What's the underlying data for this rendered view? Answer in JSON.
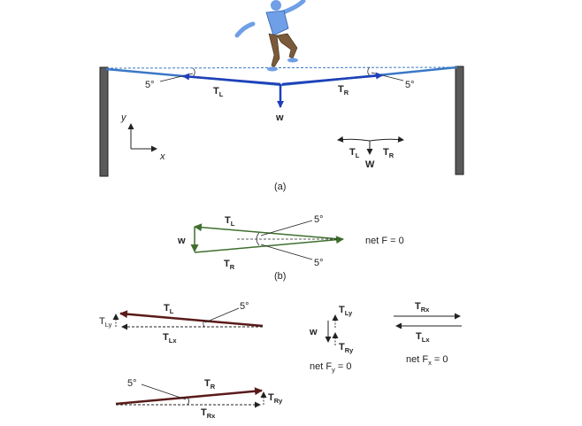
{
  "colors": {
    "rope": "#3a78c6",
    "vector_blue": "#1e3fb8",
    "vector_green": "#3f6e2e",
    "vector_dark": "#5a1a1a",
    "pole": "#555555",
    "skin": "#6f9fe6",
    "pants": "#7a5a3a"
  },
  "part_a": {
    "angle_left": "5°",
    "angle_right": "5°",
    "tension_left": "T",
    "tension_left_sub": "L",
    "tension_right": "T",
    "tension_right_sub": "R",
    "weight": "w",
    "axis_y": "y",
    "axis_x": "x",
    "small_left": "T",
    "small_left_sub": "L",
    "small_weight": "W",
    "small_right": "T",
    "small_right_sub": "R",
    "caption": "(a)"
  },
  "part_b": {
    "tension_left": "T",
    "tension_left_sub": "L",
    "tension_right": "T",
    "tension_right_sub": "R",
    "weight": "w",
    "angle_top": "5°",
    "angle_bottom": "5°",
    "net_label": "net F = 0",
    "caption": "(b)"
  },
  "part_c": {
    "tl_label": "T",
    "tl_sub": "L",
    "tl_angle": "5°",
    "tly_label": "T",
    "tly_sub": "Ly",
    "tlx_label": "T",
    "tlx_sub": "Lx",
    "tr_label": "T",
    "tr_sub": "R",
    "tr_angle": "5°",
    "try_label": "T",
    "try_sub": "Ry",
    "trx_label": "T",
    "trx_sub": "Rx",
    "vert_tly": "T",
    "vert_tly_sub": "Ly",
    "vert_w": "w",
    "vert_try": "T",
    "vert_try_sub": "Ry",
    "net_y": "net F",
    "net_y_sub": "y",
    "net_y_tail": " = 0",
    "horiz_trx": "T",
    "horiz_trx_sub": "Rx",
    "horiz_tlx": "T",
    "horiz_tlx_sub": "Lx",
    "net_x": "net F",
    "net_x_sub": "x",
    "net_x_tail": " = 0"
  }
}
